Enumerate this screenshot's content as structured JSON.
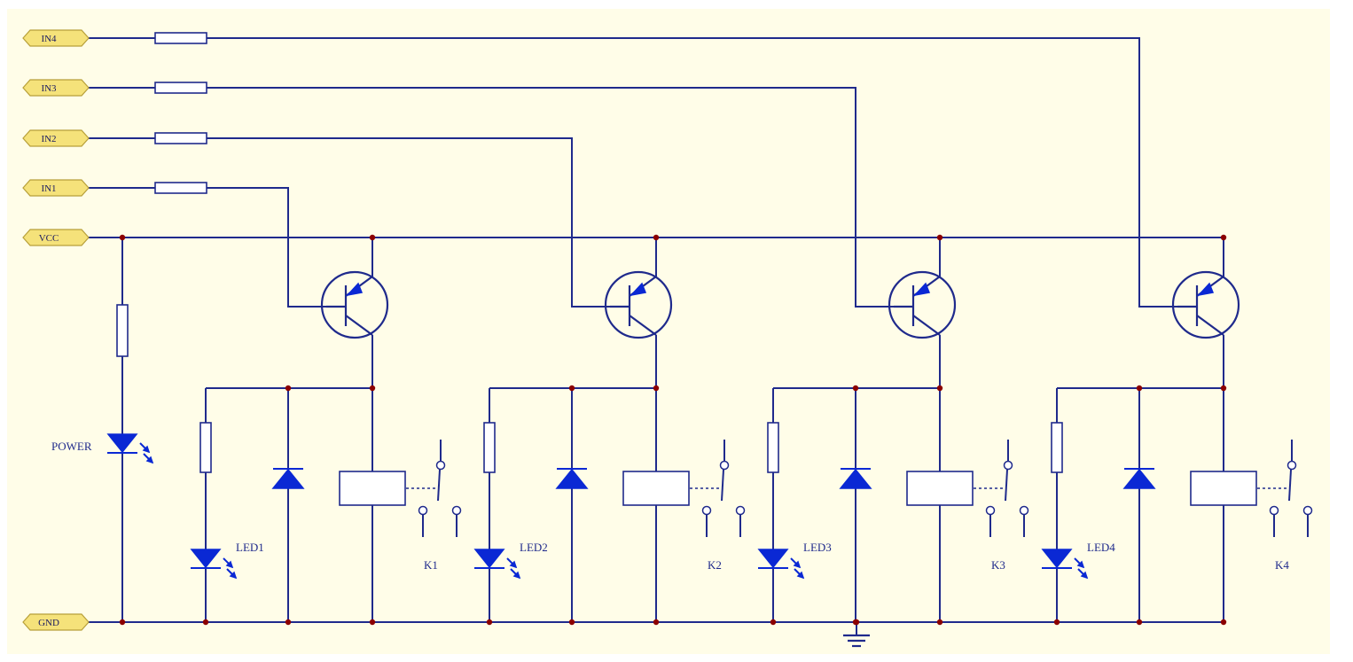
{
  "colors": {
    "background": "#fffde8",
    "wire": "#1f2a8c",
    "junction": "#8b0000",
    "port_fill": "#f5e27a",
    "semiconductor": "#0a28d4"
  },
  "ports": [
    {
      "id": "in4",
      "label": "IN4"
    },
    {
      "id": "in3",
      "label": "IN3"
    },
    {
      "id": "in2",
      "label": "IN2"
    },
    {
      "id": "in1",
      "label": "IN1"
    },
    {
      "id": "vcc",
      "label": "VCC"
    },
    {
      "id": "gnd",
      "label": "GND"
    }
  ],
  "power_led_label": "POWER",
  "channels": [
    {
      "led": "LED1",
      "relay": "K1"
    },
    {
      "led": "LED2",
      "relay": "K2"
    },
    {
      "led": "LED3",
      "relay": "K3"
    },
    {
      "led": "LED4",
      "relay": "K4"
    }
  ],
  "icons": [
    "pnp-transistor-icon",
    "diode-icon",
    "led-icon",
    "resistor-icon",
    "relay-coil-icon",
    "relay-contact-icon",
    "ground-icon"
  ]
}
